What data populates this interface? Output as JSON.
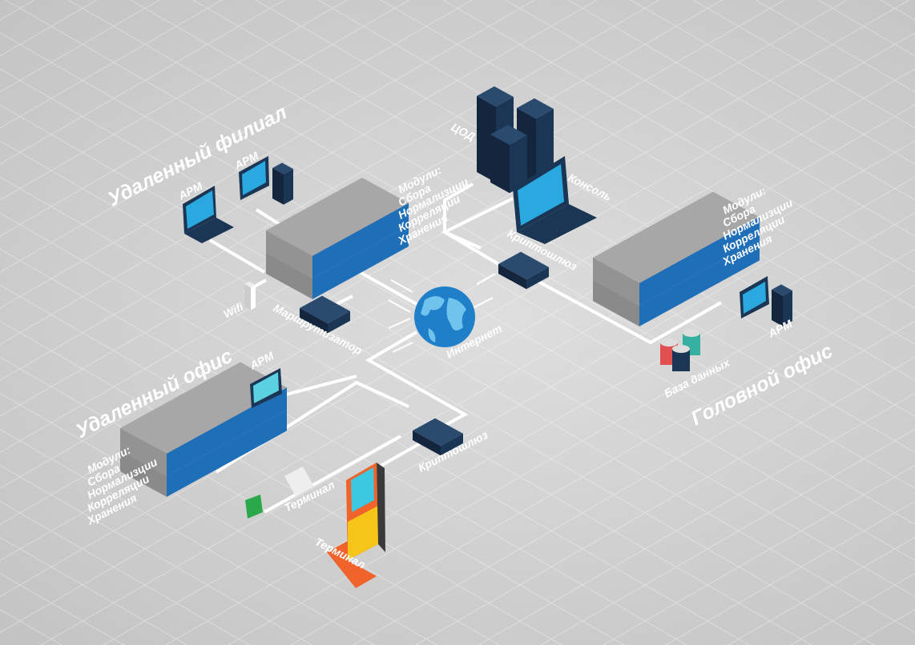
{
  "regions": {
    "branch": "Удаленный филиал",
    "office": "Удаленный офис",
    "head": "Головной офис"
  },
  "modules": [
    "Модули:",
    "Сбора",
    "Нормализции",
    "Корреляции",
    "Хранения"
  ],
  "labels": {
    "arm": "АРМ",
    "wifi": "Wifi",
    "router": "Маршрутизатор",
    "internet": "Интернет",
    "dc": "ЦОД",
    "console": "Консоль",
    "cryptogate": "Криптошлюз",
    "database": "База данных",
    "terminal": "Терминал"
  },
  "colors": {
    "line": "#ffffff",
    "device_dark": "#1b3555",
    "screen": "#2aa8e0",
    "server_front": "#1f6fb8",
    "terminal_orange": "#f0632a",
    "terminal_yellow": "#f5c518"
  }
}
